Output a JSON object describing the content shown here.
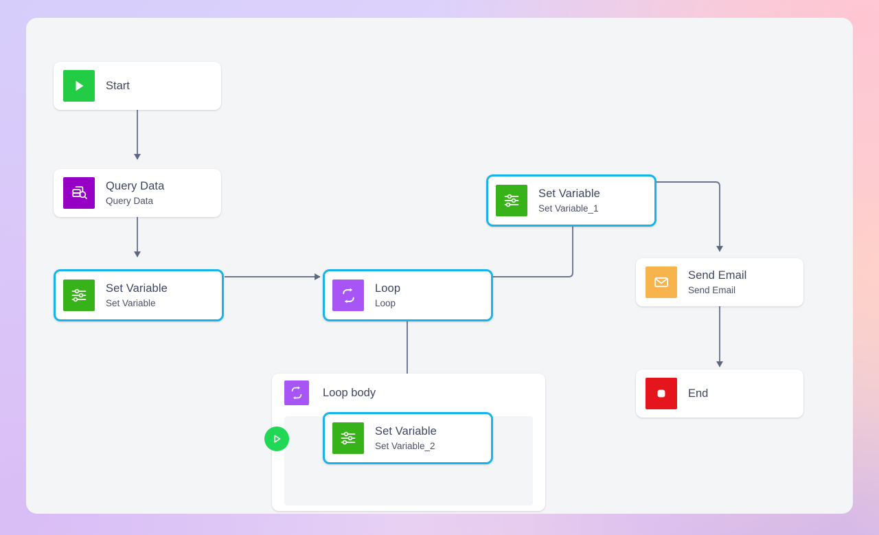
{
  "canvas": {
    "background_color": "#f4f5f7",
    "page_gradient": [
      "#d6cdfb",
      "#e9d6f5",
      "#ffd7df",
      "#cbb0f2"
    ],
    "selection_color": "#17b4ec",
    "edge_color": "#6b7490"
  },
  "nodes": [
    {
      "id": "start",
      "title": "Start",
      "subtitle": "",
      "icon": "play-icon",
      "icon_color": "#22cc44",
      "selected": false
    },
    {
      "id": "query-data",
      "title": "Query Data",
      "subtitle": "Query Data",
      "icon": "database-search-icon",
      "icon_color": "#9500c4",
      "selected": false
    },
    {
      "id": "set-variable",
      "title": "Set Variable",
      "subtitle": "Set Variable",
      "icon": "sliders-icon",
      "icon_color": "#37b319",
      "selected": true
    },
    {
      "id": "loop",
      "title": "Loop",
      "subtitle": "Loop",
      "icon": "loop-icon",
      "icon_color": "#a855f7",
      "selected": true
    },
    {
      "id": "set-variable-1",
      "title": "Set Variable",
      "subtitle": "Set Variable_1",
      "icon": "sliders-icon",
      "icon_color": "#37b319",
      "selected": true
    },
    {
      "id": "send-email",
      "title": "Send Email",
      "subtitle": "Send Email",
      "icon": "envelope-icon",
      "icon_color": "#f7b34c",
      "selected": false
    },
    {
      "id": "end",
      "title": "End",
      "subtitle": "",
      "icon": "stop-icon",
      "icon_color": "#e4151c",
      "selected": false
    },
    {
      "id": "set-variable-2",
      "title": "Set Variable",
      "subtitle": "Set Variable_2",
      "icon": "sliders-icon",
      "icon_color": "#37b319",
      "selected": true
    }
  ],
  "loop_body": {
    "header_label": "Loop body",
    "header_icon": "loop-icon",
    "header_icon_color": "#a855f7",
    "start_marker_icon": "play-circle-icon",
    "start_marker_color": "#21d756"
  },
  "edges": [
    {
      "from": "start",
      "to": "query-data",
      "arrow": true
    },
    {
      "from": "query-data",
      "to": "set-variable",
      "arrow": true
    },
    {
      "from": "set-variable",
      "to": "loop",
      "arrow": true
    },
    {
      "from": "loop",
      "to": "set-variable-1",
      "arrow": true
    },
    {
      "from": "set-variable-1",
      "to": "send-email",
      "arrow": true
    },
    {
      "from": "send-email",
      "to": "end",
      "arrow": true
    },
    {
      "from": "loop",
      "to": "loop-body",
      "arrow": false
    },
    {
      "from": "loop-body-start",
      "to": "set-variable-2",
      "arrow": true
    }
  ]
}
